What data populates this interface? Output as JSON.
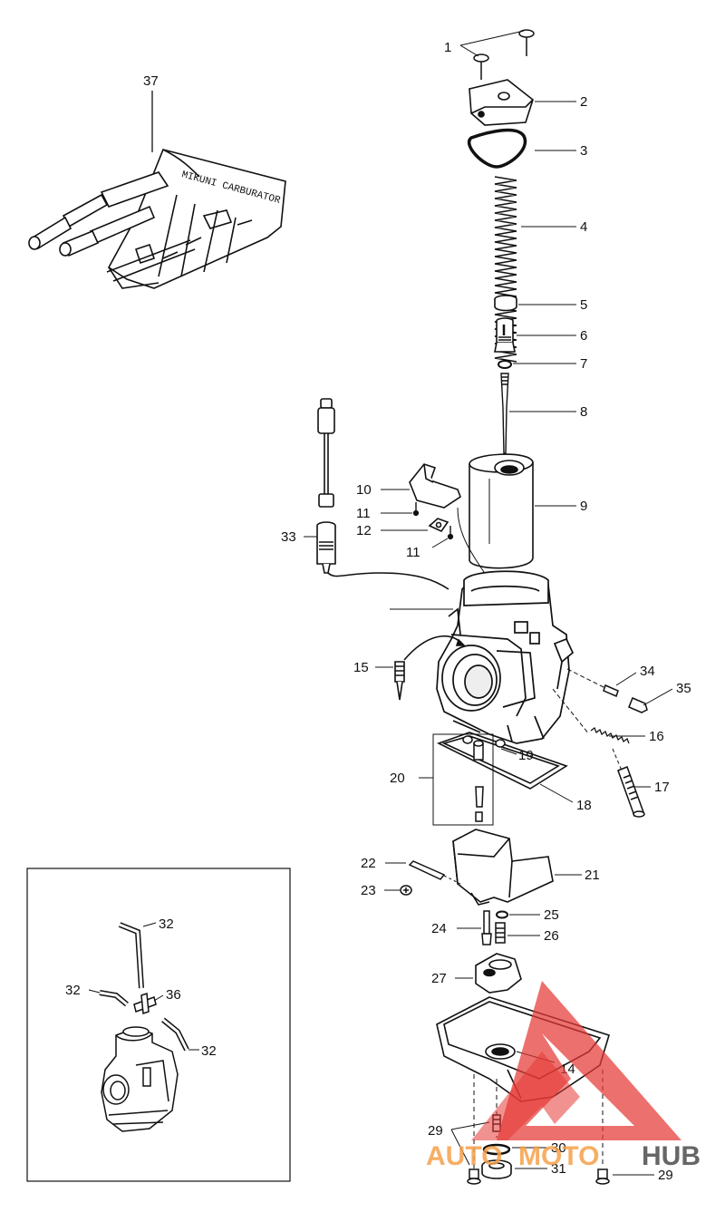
{
  "callouts": {
    "c1": "1",
    "c2": "2",
    "c3": "3",
    "c4": "4",
    "c5": "5",
    "c6": "6",
    "c7": "7",
    "c8": "8",
    "c9": "9",
    "c10": "10",
    "c11a": "11",
    "c11b": "11",
    "c12": "12",
    "c14": "14",
    "c15": "15",
    "c16": "16",
    "c17": "17",
    "c18": "18",
    "c19": "19",
    "c20": "20",
    "c21": "21",
    "c22": "22",
    "c23": "23",
    "c24": "24",
    "c25": "25",
    "c26": "26",
    "c27": "27",
    "c29a": "29",
    "c29b": "29",
    "c30": "30",
    "c31": "31",
    "c32a": "32",
    "c32b": "32",
    "c32c": "32",
    "c33": "33",
    "c34": "34",
    "c35": "35",
    "c36": "36",
    "c37": "37"
  },
  "toolkit_label": "MIKUNI CARBURATOR",
  "watermark": {
    "part1": "AUTO",
    "part2": "MOTO",
    "part3": "HUB",
    "color_red": "#e53935",
    "color_orange": "#f5a04a",
    "color_gray": "#555555"
  }
}
